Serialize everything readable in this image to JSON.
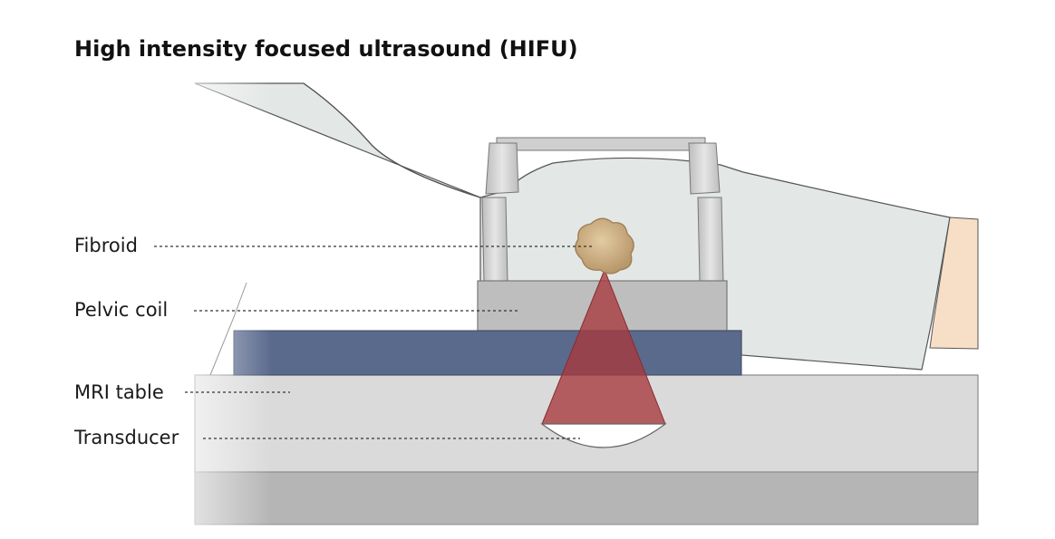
{
  "title": "High intensity focused ultrasound (HIFU)",
  "labels": {
    "fibroid": "Fibroid",
    "pelvic_coil": "Pelvic coil",
    "mri_table": "MRI table",
    "transducer": "Transducer"
  },
  "colors": {
    "body": "#e3e7e6",
    "skin": "#f7dfc7",
    "coil": "#bebebe",
    "coil_frame": "#cfcfcf",
    "pad": "#5a6a8d",
    "table": "#dadada",
    "table_base": "#b5b5b5",
    "beam": "#a8383c",
    "fibroid": "#d2b48c",
    "outline": "#555555"
  }
}
